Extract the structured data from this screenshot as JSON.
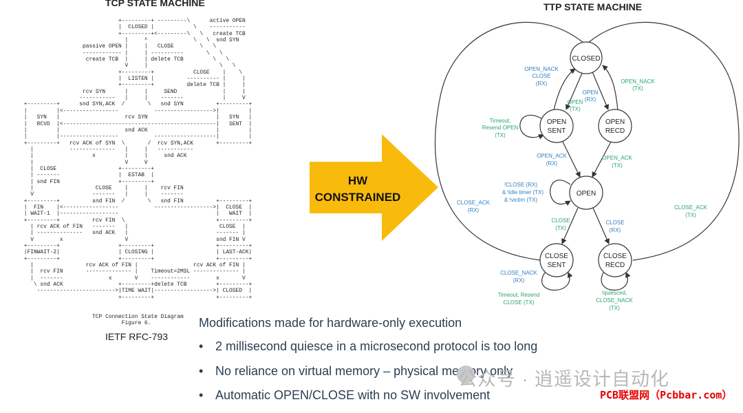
{
  "tcp": {
    "title": "TCP STATE MACHINE",
    "diagram_text": "                              +---------+ ---------\\      active OPEN\n                              |  CLOSED |            \\    -----------\n                              +---------+<---------\\   \\   create TCB\n                                |     ^              \\   \\  snd SYN\n                   passive OPEN |     |   CLOSE        \\   \\\n                   ------------ |     | ----------       \\   \\\n                    create TCB  |     | delete TCB         \\   \\\n                                V     |                      \\   \\\n                              +---------+            CLOSE    |    \\\n                              |  LISTEN |          ---------- |     |\n                              +---------+          delete TCB |     |\n                   rcv SYN      |     |     SEND              |     |\n                  -----------   |     |    -------            |     V\n +---------+      snd SYN,ACK  /       \\   snd SYN          +---------+\n |         |<-----------------           ------------------>|         |\n |   SYN   |                    rcv SYN                     |   SYN   |\n |   RCVD  |<-----------------------------------------------|   SENT  |\n |         |                    snd ACK                     |         |\n |         |------------------           -------------------|         |\n +---------+   rcv ACK of SYN  \\       /  rcv SYN,ACK       +---------+\n   |           --------------   |     |   -----------\n   |                  x         |     |     snd ACK\n   |                            V     V\n   |  CLOSE                   +---------+\n   | -------                  |  ESTAB  |\n   | snd FIN                  +---------+\n   |                   CLOSE    |     |    rcv FIN\n   V                  -------   |     |    -------\n +---------+          snd FIN  /       \\   snd FIN          +---------+\n |  FIN    |<-----------------           ------------------>|  CLOSE  |\n | WAIT-1  |------------------                              |   WAIT  |\n +---------+          rcv FIN  \\                            +---------+\n   | rcv ACK of FIN   -------   |                            CLOSE  |\n   | --------------   snd ACK   |                           ------- |\n   V        x                   V                           snd FIN V\n +---------+                  +---------+                   +---------+\n |FINWAIT-2|                  | CLOSING |                   | LAST-ACK|\n +---------+                  +---------+                   +---------+\n   |                rcv ACK of FIN |                 rcv ACK of FIN |\n   |  rcv FIN       -------------- |    Timeout=2MSL -------------- |\n   |  -------              x       V    ------------        x       V\n    \\ snd ACK                 +---------+delete TCB         +---------+\n     ------------------------>|TIME WAIT|------------------>| CLOSED  |\n                              +---------+                   +---------+\n\n\n                      TCP Connection State Diagram\n                               Figure 6.",
    "source": "IETF RFC-793"
  },
  "ttp": {
    "title": "TTP STATE MACHINE",
    "states": {
      "closed": "CLOSED",
      "open_sent_1": "OPEN",
      "open_sent_2": "SENT",
      "open_recd_1": "OPEN",
      "open_recd_2": "RECD",
      "open": "OPEN",
      "close_sent_1": "CLOSE",
      "close_sent_2": "SENT",
      "close_recd_1": "CLOSE",
      "close_recd_2": "RECD"
    },
    "labels": {
      "open_nack_close_rx_1": "OPEN_NACK",
      "open_nack_close_rx_2": "CLOSE",
      "open_nack_close_rx_3": "(RX)",
      "open_nack_tx_1": "OPEN_NACK",
      "open_nack_tx_2": "(TX)",
      "open_rx_1": "OPEN",
      "open_rx_2": "(RX)",
      "open_tx_1": "OPEN",
      "open_tx_2": "(TX)",
      "timeout_resend_open_1": "Timeout,",
      "timeout_resend_open_2": "Resend OPEN",
      "timeout_resend_open_3": "(TX)",
      "open_ack_rx_1": "OPEN_ACK",
      "open_ack_rx_2": "(RX)",
      "open_ack_tx_1": "OPEN_ACK",
      "open_ack_tx_2": "(TX)",
      "loop_open_1": "!CLOSE (RX)",
      "loop_open_2": "& !idle timer (TX)",
      "loop_open_3": "& !victim (TX)",
      "close_ack_rx_1": "CLOSE_ACK",
      "close_ack_rx_2": "(RX)",
      "close_ack_tx_1": "CLOSE_ACK",
      "close_ack_tx_2": "(TX)",
      "close_tx_1": "CLOSE",
      "close_tx_2": "(TX)",
      "close_rx_1": "CLOSE",
      "close_rx_2": "(RX)",
      "close_nack_rx_1": "CLOSE_NACK",
      "close_nack_rx_2": "(RX)",
      "timeout_resend_close_1": "Timeout, Resend",
      "timeout_resend_close_2": "CLOSE (TX)",
      "quiesced_1": "!quiesced,",
      "quiesced_2": "CLOSE_NACK",
      "quiesced_3": "(TX)"
    },
    "colors": {
      "rx": "#2f7fc1",
      "tx": "#2aa56a"
    }
  },
  "arrow": {
    "line1": "HW",
    "line2": "CONSTRAINED",
    "color": "#f9bb0b"
  },
  "notes": {
    "heading": "Modifications made for hardware-only execution",
    "bullet_char": "•",
    "bullets": [
      "2 millisecond quiesce in a microsecond protocol is too long",
      "No reliance on virtual memory – physical memory only",
      "Automatic OPEN/CLOSE with no SW involvement"
    ]
  },
  "watermark": {
    "text": "公众号 · 逍遥设计自动化"
  },
  "badge": {
    "text": "PCB联盟网（Pcbbar.com）"
  }
}
